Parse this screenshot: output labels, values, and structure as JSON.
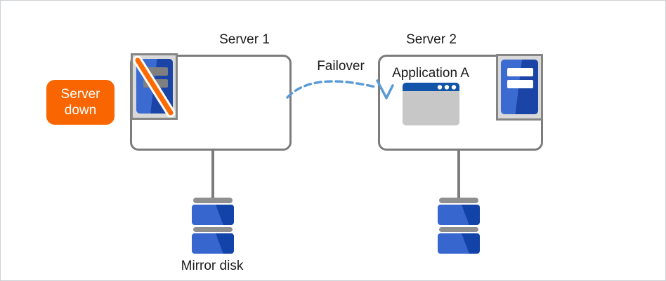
{
  "diagram": {
    "type": "failover-cluster-diagram",
    "colors": {
      "server_blue_light": "#3b6ad1",
      "server_blue_dark": "#1a44a5",
      "disk_blue_light": "#3766ce",
      "disk_blue_dark": "#1243a8",
      "status_badge_orange": "#f96500",
      "slash_orange": "#ff6b00",
      "arrow_blue": "#5b9bd5",
      "app_titlebar_blue": "#1254a8",
      "border_gray": "#7c7c7c",
      "icon_panel_gray": "#d9d9d9",
      "window_body_gray": "#c7c7c7"
    }
  },
  "server1": {
    "label": "Server 1",
    "icon": "server-tower-slashed-icon",
    "status_badge": {
      "line1": "Server",
      "line2": "down"
    }
  },
  "server2": {
    "label": "Server 2",
    "icon": "server-tower-icon",
    "application": {
      "label": "Application A",
      "icon": "app-window-icon"
    }
  },
  "failover": {
    "label": "Failover",
    "icon": "curved-dashed-arrow-icon"
  },
  "mirror_disk": {
    "label": "Mirror disk",
    "icon": "disk-stack-icon"
  }
}
